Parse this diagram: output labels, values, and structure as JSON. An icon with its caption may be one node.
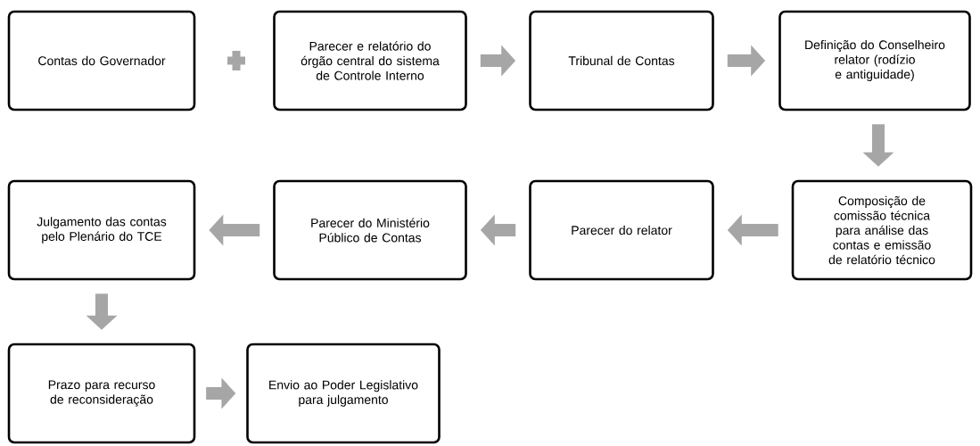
{
  "diagram": {
    "nodes": [
      {
        "text": [
          "Contas do Governador"
        ]
      },
      {
        "text": [
          "Parecer e relatório do órgão central do sistema de Controle Interno"
        ]
      },
      {
        "text": [
          "Tribunal de Contas"
        ]
      },
      {
        "text": [
          "Definição do Conselheiro relator (rodízio e antiguidade)"
        ]
      },
      {
        "text": [
          "Composição de comissão técnica para análise das contas e emissão de relatório técnico"
        ]
      },
      {
        "text": [
          "Parecer do relator"
        ]
      },
      {
        "text": [
          "Parecer do Ministério Público de Contas"
        ]
      },
      {
        "text": [
          "Julgamento das contas pelo Plenário do TCE"
        ]
      },
      {
        "text": [
          "Prazo para recurso de reconsideração"
        ]
      },
      {
        "text": [
          "Envio ao Poder Legislativo para julgamento"
        ]
      }
    ],
    "edges": [
      {
        "from": 1,
        "to": 2,
        "arrow": "to"
      },
      {
        "from": 2,
        "to": 3,
        "arrow": "to"
      },
      {
        "from": 3,
        "to": 4,
        "arrow": "to"
      },
      {
        "from": 4,
        "to": 5,
        "arrow": "to"
      },
      {
        "from": 5,
        "to": 6,
        "arrow": "to"
      },
      {
        "from": 6,
        "to": 7,
        "arrow": "to"
      },
      {
        "from": 7,
        "to": 8,
        "arrow": "to"
      },
      {
        "from": 8,
        "to": 9,
        "arrow": "to"
      }
    ]
  }
}
